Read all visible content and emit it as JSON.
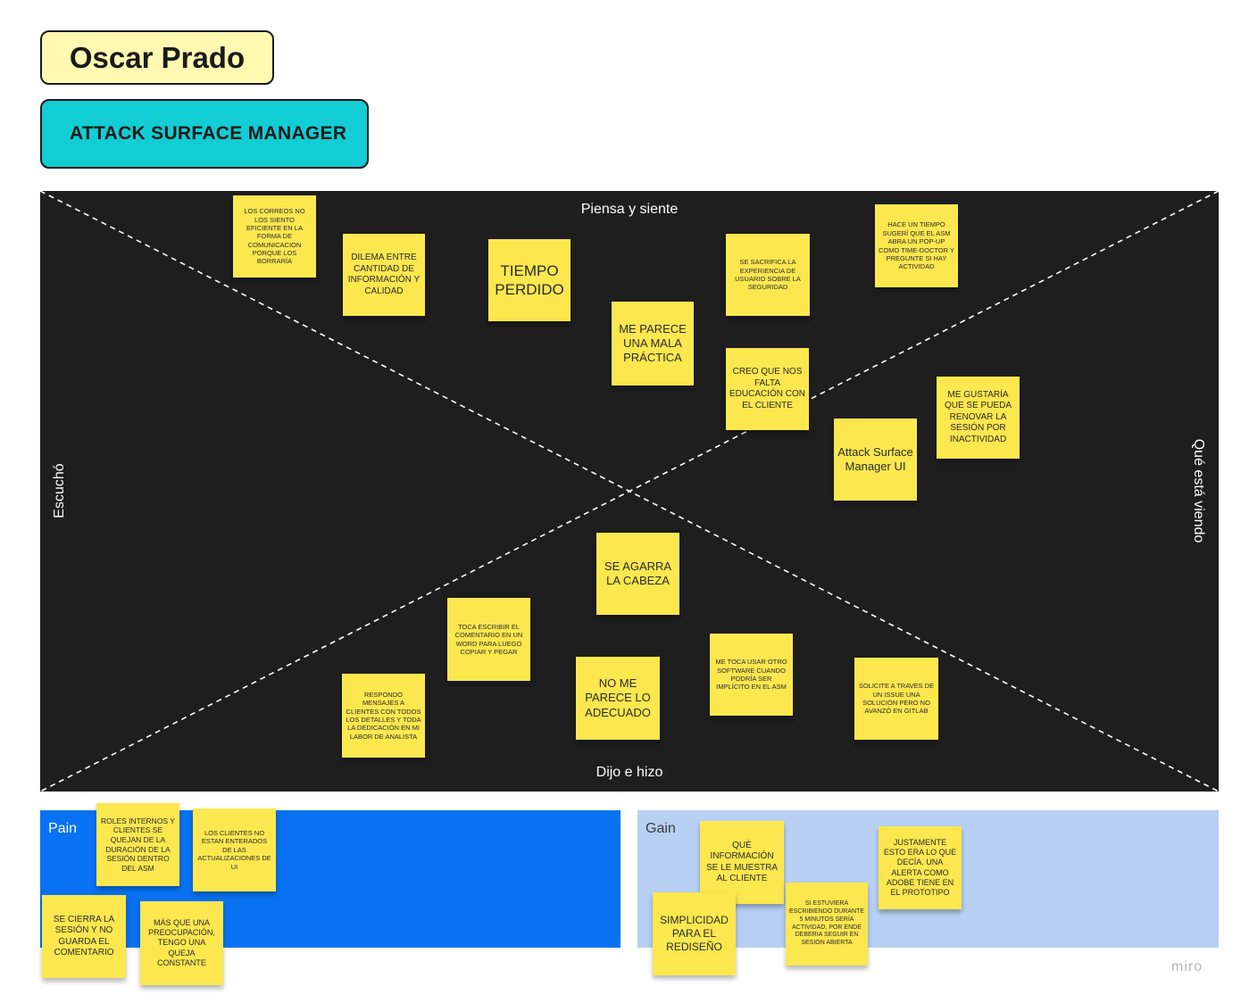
{
  "header": {
    "name": "Oscar Prado",
    "project": "ATTACK SURFACE MANAGER"
  },
  "board": {
    "labels": {
      "top": "Piensa y siente",
      "bottom": "Dijo e hizo",
      "left": "Escuchó",
      "right": "Qué está viendo"
    },
    "notes": [
      "LOS CORREOS NO LOS SIENTO EFICIENTE EN LA FORMA DE COMUNICACION PORQUE LOS BORRARÍA",
      "DILEMA ENTRE CANTIDAD DE INFORMACIÓN Y CALIDAD",
      "TIEMPO PERDIDO",
      "ME PARECE UNA MALA PRÁCTICA",
      "SE SACRIFICA LA EXPERIENCIA DE USUARIO SOBRE LA SEGURIDAD",
      "HACE UN TIEMPO SUGERÍ QUE EL ASM ABRA UN POP-UP COMO TIME-DOCTOR Y PREGUNTE SI HAY ACTIVIDAD",
      "CREO QUE NOS FALTA EDUCACIÓN CON EL CLIENTE",
      "ME GUSTARÍA QUE SE PUEDA RENOVAR LA SESIÓN POR INACTIVIDAD",
      "Attack Surface Manager UI",
      "SE AGARRA LA CABEZA",
      "TOCA ESCRIBIR EL COMENTARIO EN UN WORD PARA LUEGO COPIAR Y PEGAR",
      "RESPONDO MENSAJES A CLIENTES CON TODOS LOS DETALLES Y TODA LA DEDICACIÓN EN MI LABOR DE ANALISTA",
      "NO ME PARECE LO ADECUADO",
      "ME TOCA USAR OTRO SOFTWARE CUANDO PODRÍA SER IMPLÍCITO EN EL ASM",
      "SOLICITE A TRAVES DE UN ISSUE UNA SOLUCIÓN PERO NO AVANZÓ EN GITLAB"
    ]
  },
  "pain": {
    "label": "Pain",
    "notes": [
      "ROLES INTERNOS Y CLIENTES SE QUEJAN DE LA DURACIÓN DE LA SESIÓN DENTRO DEL ASM",
      "LOS CLIENTES NO ESTAN ENTERADOS DE LAS ACTUALIZACIONES DE UI",
      "SE CIERRA LA SESIÓN Y NO GUARDA EL COMENTARIO",
      "MÁS QUE UNA PREOCUPACIÓN, TENGO UNA QUEJA CONSTANTE"
    ]
  },
  "gain": {
    "label": "Gain",
    "notes": [
      "QUÉ INFORMACIÓN SE LE MUESTRA AL CLIENTE",
      "JUSTAMENTE ESTO ERA LO QUE DECÍA. UNA ALERTA COMO ADOBE TIENE EN EL PROTOTIPO",
      "SIMPLICIDAD PARA EL REDISEÑO",
      "SI ESTUVIERA ESCRIBIENDO DURANTE 5 MINUTOS SERÍA ACTIVIDAD, POR ENDE DEBERIA SEGUIR EN SESION ABIERTA"
    ]
  },
  "brand": "miro",
  "colors": {
    "board": "#1e1e1e",
    "sticky": "#fce74f",
    "pain": "#0872f2",
    "gain": "#b7d0f4",
    "name_card": "#fff9b1",
    "project_card": "#12cdd4"
  }
}
